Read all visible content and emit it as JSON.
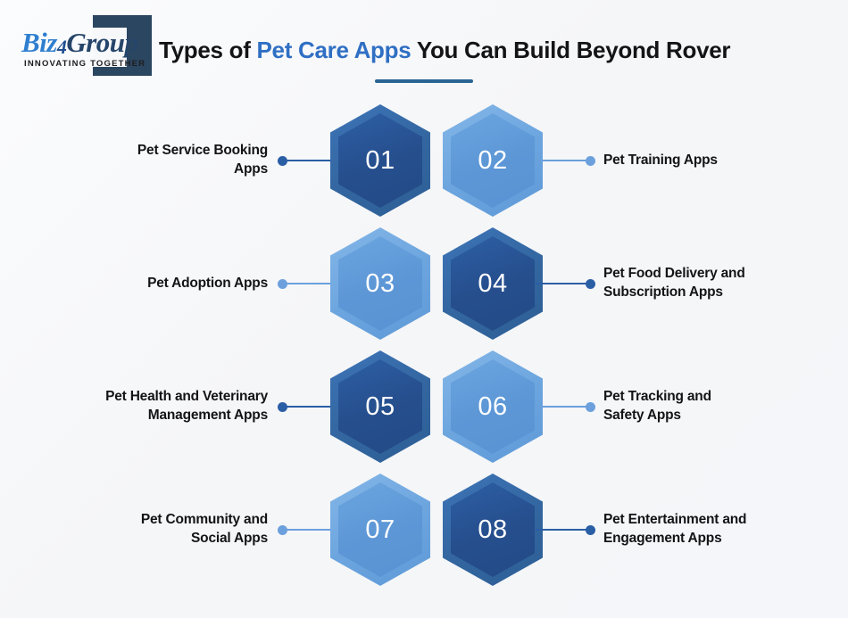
{
  "header": {
    "logo": {
      "name": "Biz4Group",
      "word_biz": "Biz",
      "word_four": "4",
      "word_group": "Group",
      "tagline": "INNOVATING TOGETHER"
    },
    "title_before": "Types of ",
    "title_accent": "Pet Care Apps",
    "title_after": " You Can Build Beyond Rover"
  },
  "colors": {
    "accent_blue": "#2f6fc4",
    "rule_blue": "#2a6495",
    "hex_dark": "#264f8e",
    "hex_dark_outer": "#33669f",
    "hex_light": "#5d97d6",
    "hex_light_outer": "#6ba4de",
    "text_dark": "#141417",
    "background": "#f5f6f8"
  },
  "rows": [
    {
      "left": {
        "label": "Pet Service Booking Apps",
        "line1": "Pet Service Booking",
        "line2": "Apps"
      },
      "left_hex": {
        "number": "01",
        "variant": "dark"
      },
      "right_hex": {
        "number": "02",
        "variant": "light"
      },
      "right": {
        "label": "Pet Training Apps",
        "line1": "Pet Training Apps",
        "line2": ""
      }
    },
    {
      "left": {
        "label": "Pet Adoption Apps",
        "line1": "Pet Adoption Apps",
        "line2": ""
      },
      "left_hex": {
        "number": "03",
        "variant": "light"
      },
      "right_hex": {
        "number": "04",
        "variant": "dark"
      },
      "right": {
        "label": "Pet Food Delivery and Subscription Apps",
        "line1": "Pet Food Delivery and",
        "line2": "Subscription Apps"
      }
    },
    {
      "left": {
        "label": "Pet Health and Veterinary Management Apps",
        "line1": "Pet Health and Veterinary",
        "line2": "Management Apps"
      },
      "left_hex": {
        "number": "05",
        "variant": "dark"
      },
      "right_hex": {
        "number": "06",
        "variant": "light"
      },
      "right": {
        "label": "Pet Tracking and Safety Apps",
        "line1": "Pet Tracking and",
        "line2": "Safety Apps"
      }
    },
    {
      "left": {
        "label": "Pet Community and Social Apps",
        "line1": "Pet Community and",
        "line2": "Social Apps"
      },
      "left_hex": {
        "number": "07",
        "variant": "light"
      },
      "right_hex": {
        "number": "08",
        "variant": "dark"
      },
      "right": {
        "label": "Pet Entertainment and Engagement Apps",
        "line1": "Pet Entertainment and",
        "line2": "Engagement Apps"
      }
    }
  ]
}
